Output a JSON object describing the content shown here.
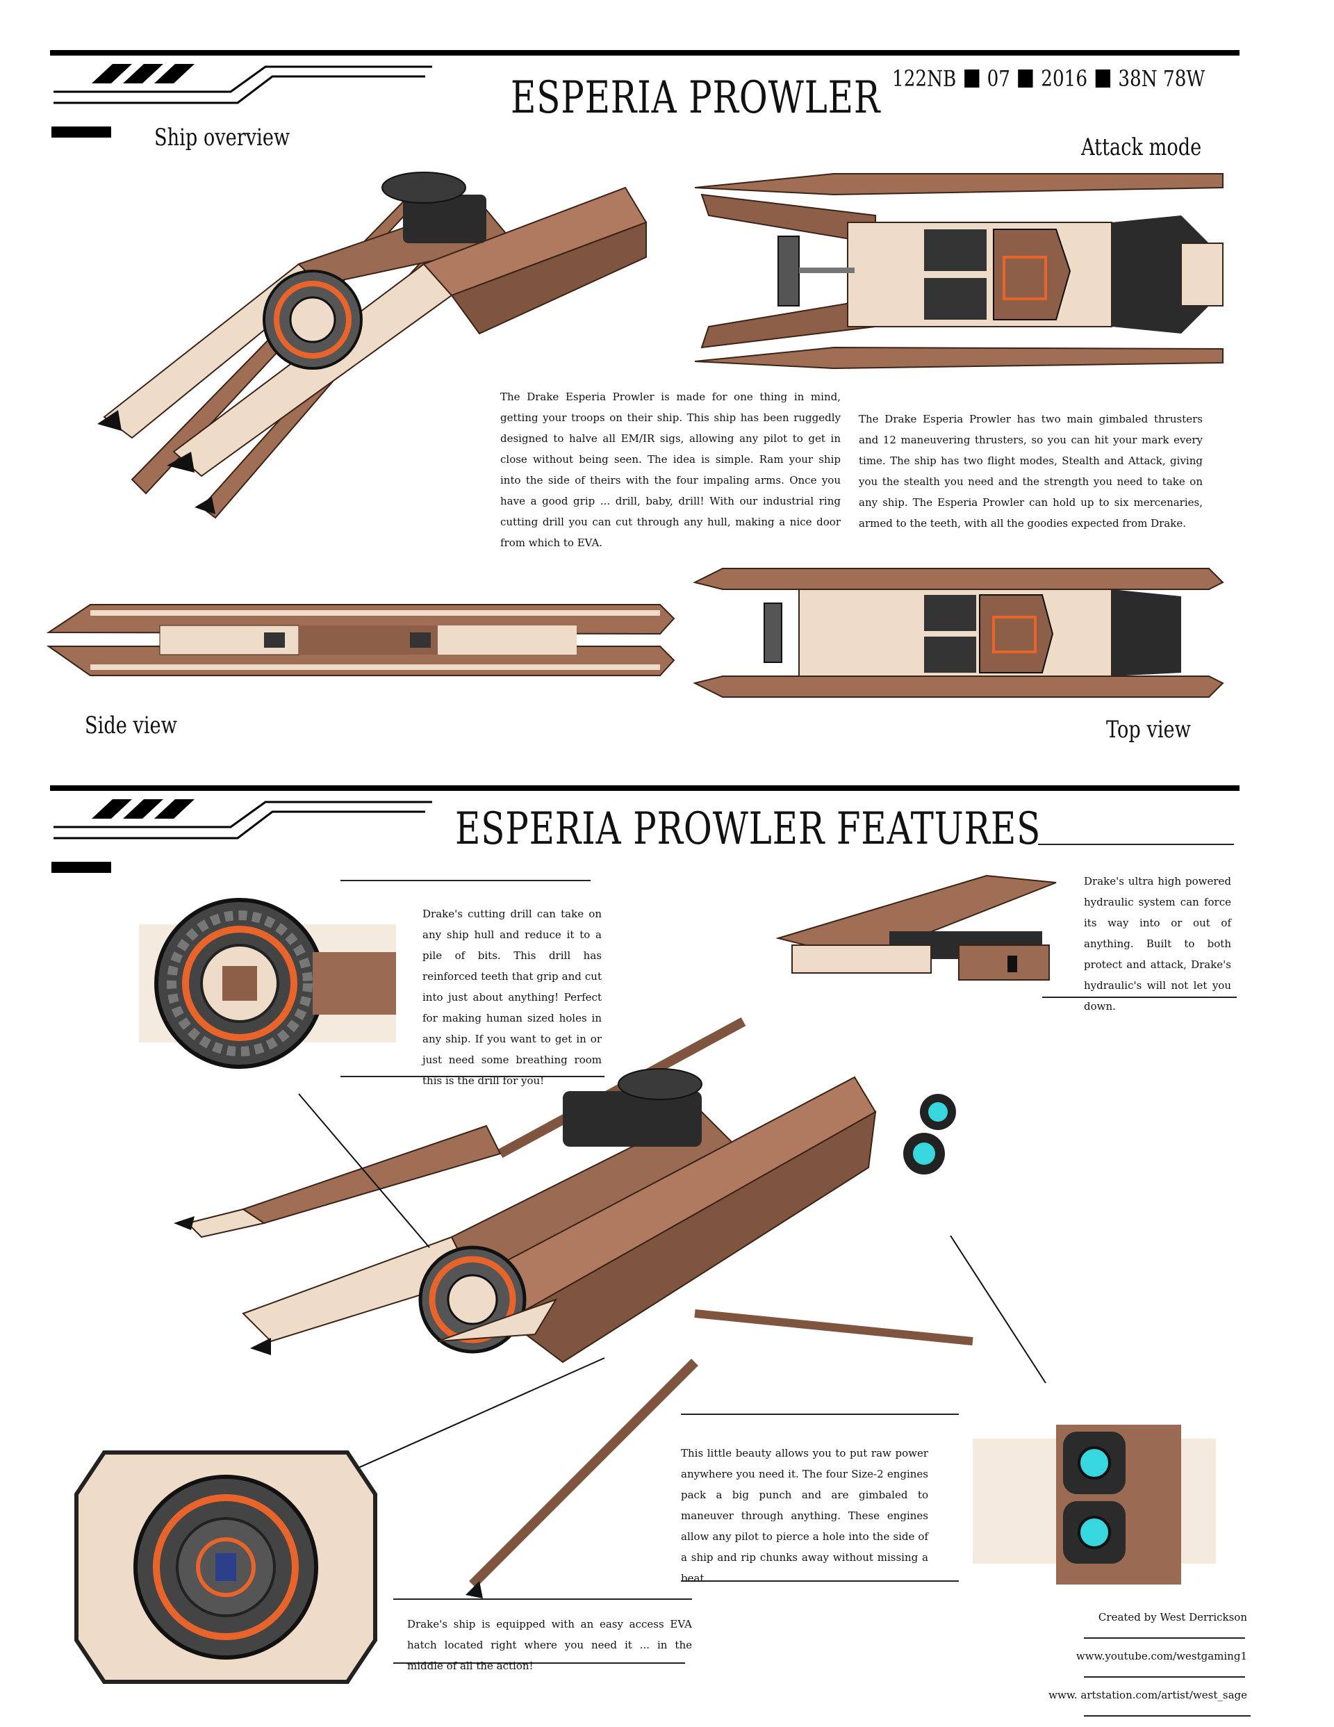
{
  "page": {
    "title": "ESPERIA PROWLER",
    "meta": {
      "code": "122NB",
      "day": "07",
      "year": "2016",
      "coords": "38N 78W"
    }
  },
  "section1": {
    "ship_overview_label": "Ship overview",
    "attack_mode_label": "Attack mode",
    "side_view_label": "Side view",
    "top_view_label": "Top view",
    "description_left": "The Drake Esperia Prowler is made for one thing in mind, getting your troops on their ship. This ship has been ruggedly designed to halve all EM/IR sigs, allowing any pilot to get in close without being seen. The idea is simple. Ram your ship into the side of theirs with the four impaling arms. Once you have a good grip ... drill, baby, drill! With our industrial ring cutting drill you can cut through any hull, making a nice door from which to EVA.",
    "description_right": "The Drake Esperia Prowler has two main gimbaled thrusters and 12 maneuvering thrusters, so you can hit your mark every time. The ship has two flight modes, Stealth and Attack, giving you the stealth you need and the strength you need to take on any ship. The Esperia Prowler can hold up to six mercenaries, armed to the teeth, with all the goodies expected from Drake."
  },
  "section2": {
    "title": "ESPERIA PROWLER FEATURES",
    "drill_text": "Drake's cutting drill can take on any ship hull and reduce it to a pile of bits. This drill has reinforced teeth that grip and cut into just about anything! Perfect for making human sized holes in any ship. If you want to get in or just need some breathing room this is the drill for you!",
    "hydraulic_text": "Drake's ultra high powered hydraulic system can force its way into or out of anything. Built to both protect and attack, Drake's hydraulic's will not let you down.",
    "engines_text": "This little beauty allows you to put raw power anywhere you need it. The four Size-2 engines pack a big punch and are gimbaled to maneuver through anything. These engines allow any pilot to pierce a hole into the side of a ship and rip chunks away without missing a beat.",
    "hatch_text": "Drake's ship is equipped with an easy access EVA hatch located right where you need it ... in the middle of all the action!"
  },
  "credits": {
    "created_by": "Created by West Derrickson",
    "youtube": "www.youtube.com/westgaming1",
    "artstation": "www. artstation.com/artist/west_sage"
  },
  "colors": {
    "hull": "#9a6a52",
    "hull_light": "#efdcc8",
    "accent": "#e8642a",
    "dark": "#2b2b2b",
    "engine_glow": "#37d7e0"
  }
}
